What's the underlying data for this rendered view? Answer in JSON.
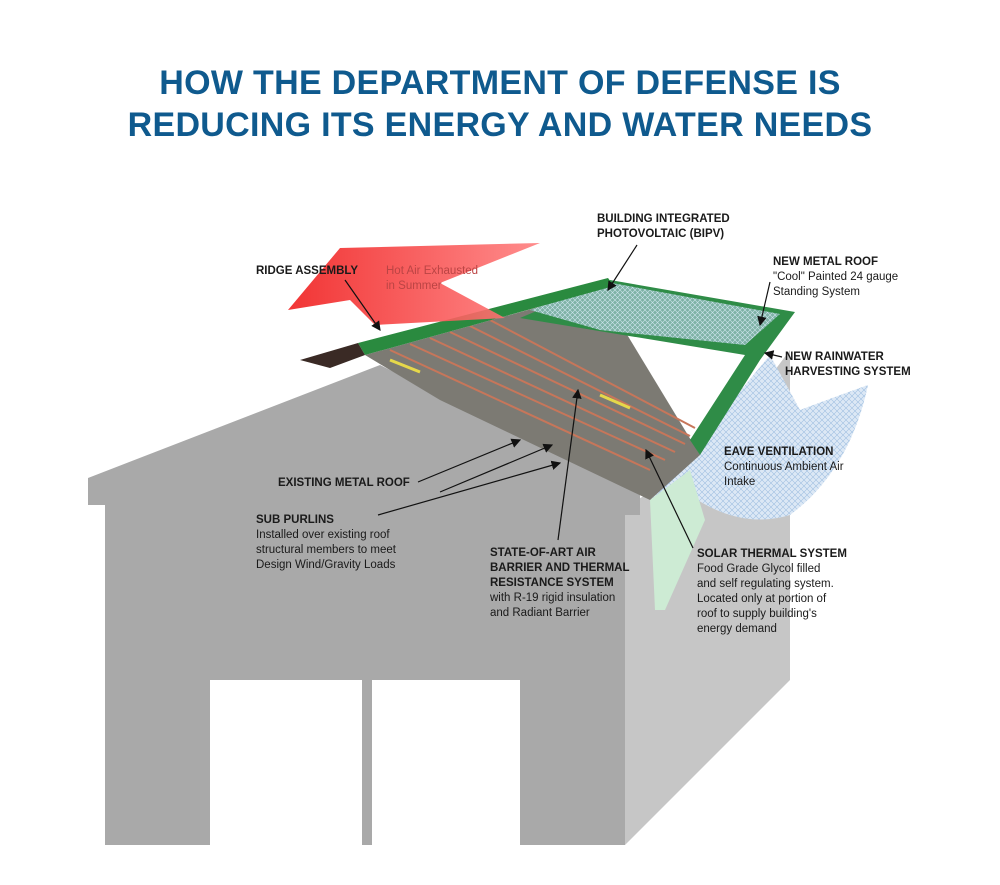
{
  "title": {
    "line1": "HOW THE DEPARTMENT OF DEFENSE IS",
    "line2": "REDUCING ITS ENERGY AND WATER NEEDS"
  },
  "colors": {
    "title": "#0f5a8e",
    "building_front": "#a9a9a9",
    "building_side": "#c6c6c6",
    "roof_green": "#2e8b45",
    "hot_air": "#f03a3a",
    "water": "#cfe0f2"
  },
  "hot_air": {
    "line1": "Hot Air Exhausted",
    "line2": "in Summer"
  },
  "labels": {
    "ridge": {
      "heading": "RIDGE ASSEMBLY"
    },
    "bipv": {
      "heading1": "BUILDING INTEGRATED",
      "heading2": "PHOTOVOLTAIC (BIPV)"
    },
    "metal_roof": {
      "heading": "NEW METAL ROOF",
      "desc1": "\"Cool\" Painted 24 gauge",
      "desc2": "Standing System"
    },
    "rainwater": {
      "heading1": "NEW RAINWATER",
      "heading2": "HARVESTING SYSTEM"
    },
    "eave": {
      "heading": "EAVE VENTILATION",
      "desc1": "Continuous Ambient Air",
      "desc2": "Intake"
    },
    "existing_roof": {
      "heading": "EXISTING METAL ROOF"
    },
    "sub_purlins": {
      "heading": "SUB PURLINS",
      "desc1": "Installed over existing roof",
      "desc2": "structural members to meet",
      "desc3": "Design Wind/Gravity Loads"
    },
    "air_barrier": {
      "heading1": "STATE-OF-ART AIR",
      "heading2": "BARRIER AND THERMAL",
      "heading3": "RESISTANCE SYSTEM",
      "desc1": "with R-19 rigid insulation",
      "desc2": "and Radiant Barrier"
    },
    "solar_thermal": {
      "heading": "SOLAR THERMAL SYSTEM",
      "desc1": "Food Grade Glycol filled",
      "desc2": "and self regulating system.",
      "desc3": "Located only at portion of",
      "desc4": "roof to supply building's",
      "desc5": "energy demand"
    }
  }
}
